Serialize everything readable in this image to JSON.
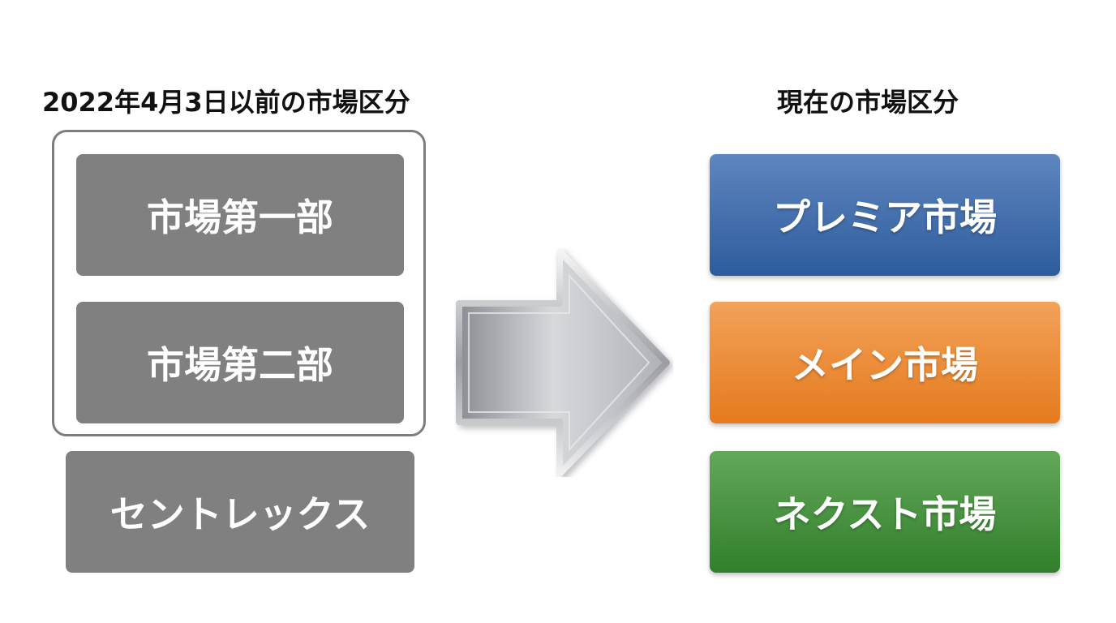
{
  "left_section": {
    "title": "2022年4月3日以前の市場区分",
    "grouped_markets": [
      "市場第一部",
      "市場第二部"
    ],
    "other_market": "セントレックス"
  },
  "right_section": {
    "title": "現在の市場区分",
    "markets": [
      {
        "label": "プレミア市場",
        "color": "#2d5c9c"
      },
      {
        "label": "メイン市場",
        "color": "#e57a1d"
      },
      {
        "label": "ネクスト市場",
        "color": "#317f2b"
      }
    ]
  },
  "colors": {
    "old_market_gray": "#808080",
    "group_border": "#7d7d7d",
    "arrow": "#c4c8cc"
  }
}
